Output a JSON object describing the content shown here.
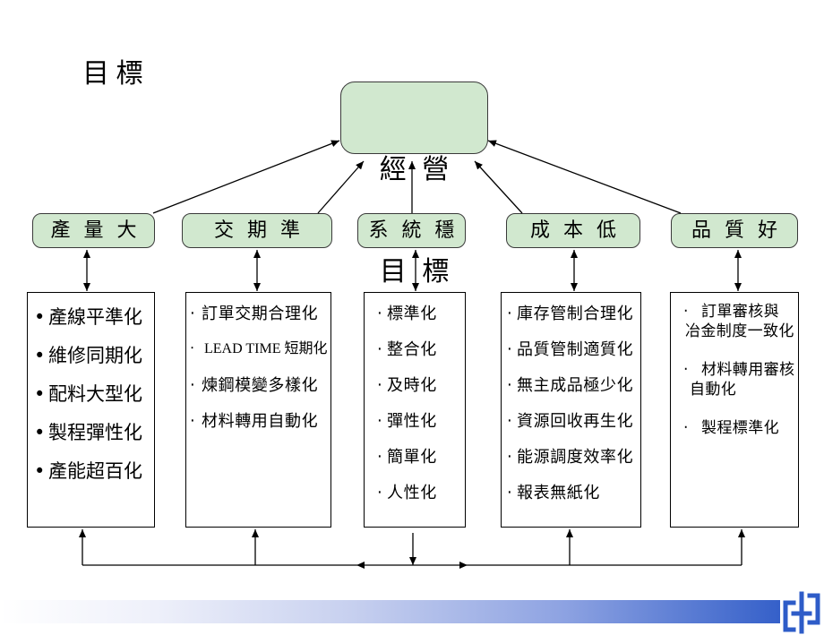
{
  "title": "目 標",
  "goal_box": {
    "line1": "經 營",
    "line2": "目 標"
  },
  "headers": [
    "產 量 大",
    "交 期 準",
    "系 統 穩",
    "成 本 低",
    "品 質 好"
  ],
  "columns": [
    {
      "bullet": "•",
      "items": [
        "產線平準化",
        "維修同期化",
        "配料大型化",
        "製程彈性化",
        "產能超百化"
      ]
    },
    {
      "bullet": "‧",
      "items": [
        "訂單交期合理化",
        "LEAD TIME 短期化",
        "煉鋼模變多樣化",
        "材料轉用自動化"
      ]
    },
    {
      "bullet": "‧",
      "items": [
        "標準化",
        "整合化",
        "及時化",
        "彈性化",
        "簡單化",
        "人性化"
      ]
    },
    {
      "bullet": "‧",
      "items": [
        "庫存管制合理化",
        "品質管制適質化",
        "無主成品極少化",
        "資源回收再生化",
        "能源調度效率化",
        "報表無紙化"
      ]
    },
    {
      "bullet": "‧",
      "items": [
        {
          "line1": "訂單審核與",
          "line2": "冶金制度一致化"
        },
        {
          "line1": "材料轉用審核",
          "line2": "自動化"
        },
        {
          "line1": "製程標準化"
        }
      ]
    }
  ],
  "colors": {
    "box_fill": "#d1e8cf",
    "accent_blue": "#3560c9",
    "logo_blue": "#2e5cc8"
  },
  "logo_icon": "company-logo"
}
